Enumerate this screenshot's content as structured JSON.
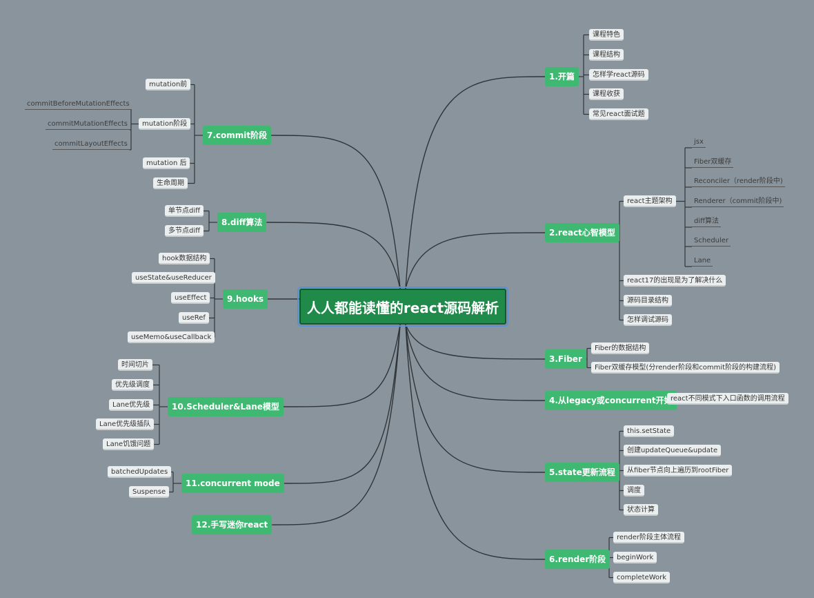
{
  "root": "人人都能读懂的react源码解析",
  "branches": {
    "b1": {
      "label": "1.开篇",
      "children": [
        "课程特色",
        "课程结构",
        "怎样学react源码",
        "课程收获",
        "常见react面试题"
      ]
    },
    "b2": {
      "label": "2.react心智模型",
      "arch": "react主题架构",
      "arch_children": [
        "jsx",
        "Fiber双缓存",
        "Reconciler（render阶段中)",
        "Renderer（commit阶段中)",
        "diff算法",
        "Scheduler",
        "Lane"
      ],
      "children": [
        "react17的出现是为了解决什么",
        "源码目录结构",
        "怎样调试源码"
      ]
    },
    "b3": {
      "label": "3.Fiber",
      "children": [
        "Fiber的数据结构",
        "Fiber双缓存模型(分render阶段和commit阶段的构建流程)"
      ]
    },
    "b4": {
      "label": "4.从legacy或concurrent开始",
      "children": [
        "react不同模式下入口函数的调用流程"
      ]
    },
    "b5": {
      "label": "5.state更新流程",
      "children": [
        "this.setState",
        "创建updateQueue&update",
        "从fiber节点向上遍历到rootFiber",
        "调度",
        "状态计算"
      ]
    },
    "b6": {
      "label": "6.render阶段",
      "children": [
        "render阶段主体流程",
        "beginWork",
        "completeWork"
      ]
    },
    "b7": {
      "label": "7.commit阶段",
      "children": [
        "mutation前",
        "mutation阶段",
        "mutation 后",
        "生命周期"
      ],
      "mutation_children": [
        "commitBeforeMutationEffects",
        "commitMutationEffects",
        "commitLayoutEffects"
      ]
    },
    "b8": {
      "label": "8.diff算法",
      "children": [
        "单节点diff",
        "多节点diff"
      ]
    },
    "b9": {
      "label": "9.hooks",
      "children": [
        "hook数据结构",
        "useState&useReducer",
        "useEffect",
        "useRef",
        "useMemo&useCallback"
      ]
    },
    "b10": {
      "label": "10.Scheduler&Lane模型",
      "children": [
        "时间切片",
        "优先级调度",
        "Lane优先级",
        "Lane优先级插队",
        "Lane饥饿问题"
      ]
    },
    "b11": {
      "label": "11.concurrent mode",
      "children": [
        "batchedUpdates",
        "Suspense"
      ]
    },
    "b12": {
      "label": "12.手写迷你react"
    }
  },
  "colors": {
    "background": "#8a949c",
    "root": "#1f8a4a",
    "branch": "#3fb872",
    "leaf": "#ebeeef",
    "line": "#2f3438"
  }
}
